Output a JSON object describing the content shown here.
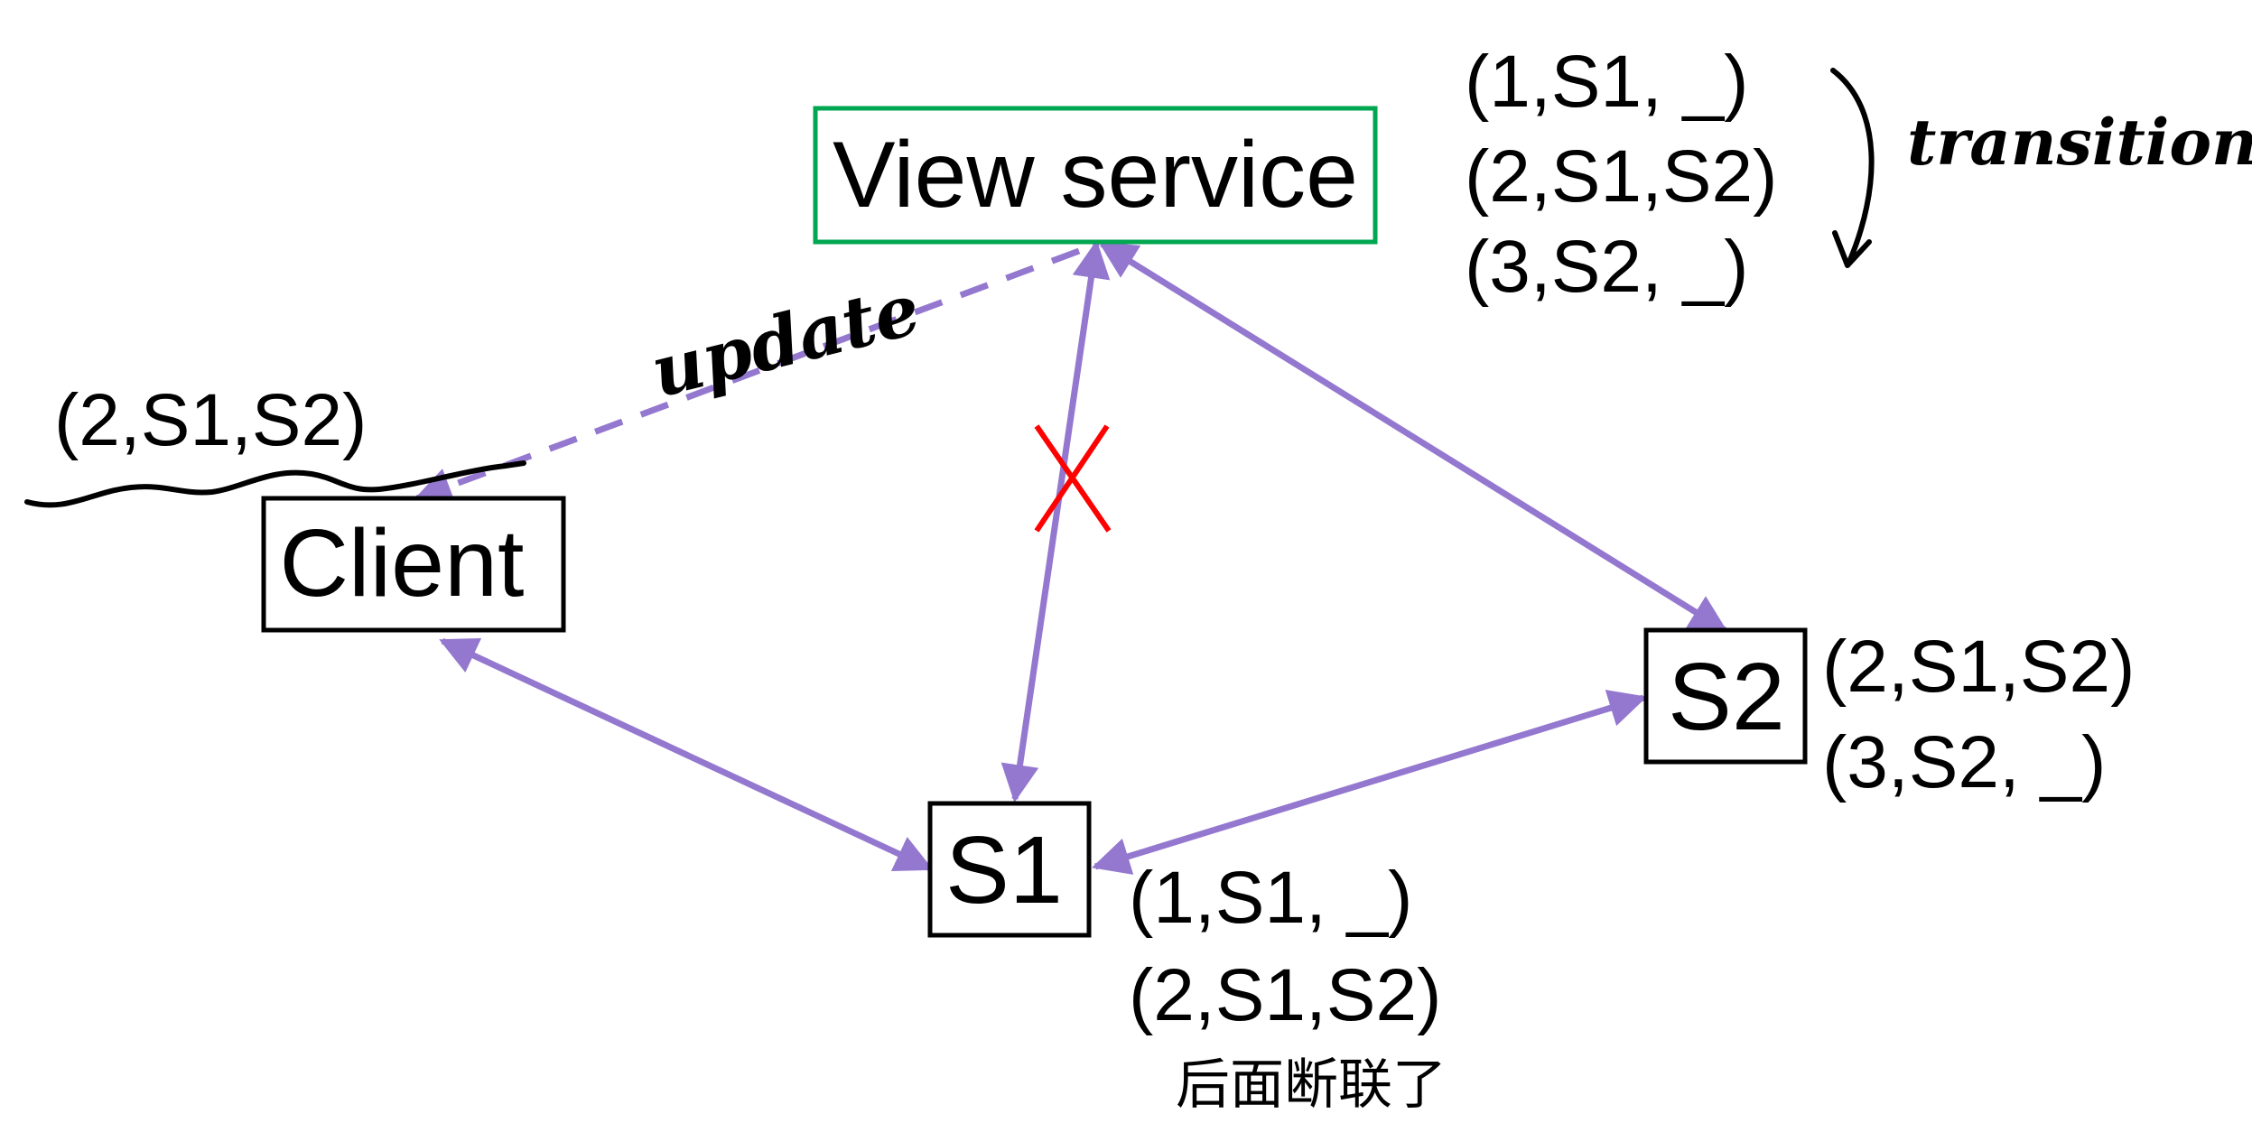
{
  "nodes": {
    "view_service": {
      "label": "View service",
      "border_color": "#00a650"
    },
    "client": {
      "label": "Client"
    },
    "s1": {
      "label": "S1"
    },
    "s2": {
      "label": "S2"
    }
  },
  "view_sequence": {
    "views": [
      "(1,S1, _)",
      "(2,S1,S2)",
      "(3,S2, _)"
    ],
    "transition_label": "transition"
  },
  "client_view": "(2,S1,S2)",
  "s1_views": [
    "(1,S1, _)",
    "(2,S1,S2)"
  ],
  "s1_note": "后面断联了",
  "s2_views": [
    "(2,S1,S2)",
    "(3,S2, _)"
  ],
  "edges": {
    "update_label": "update",
    "edge_color": "#9478cf",
    "disconnect_mark_color": "#ff0000"
  },
  "icons": [
    "cross-mark-icon",
    "curved-down-arrow-icon",
    "squiggle-underline-icon"
  ]
}
